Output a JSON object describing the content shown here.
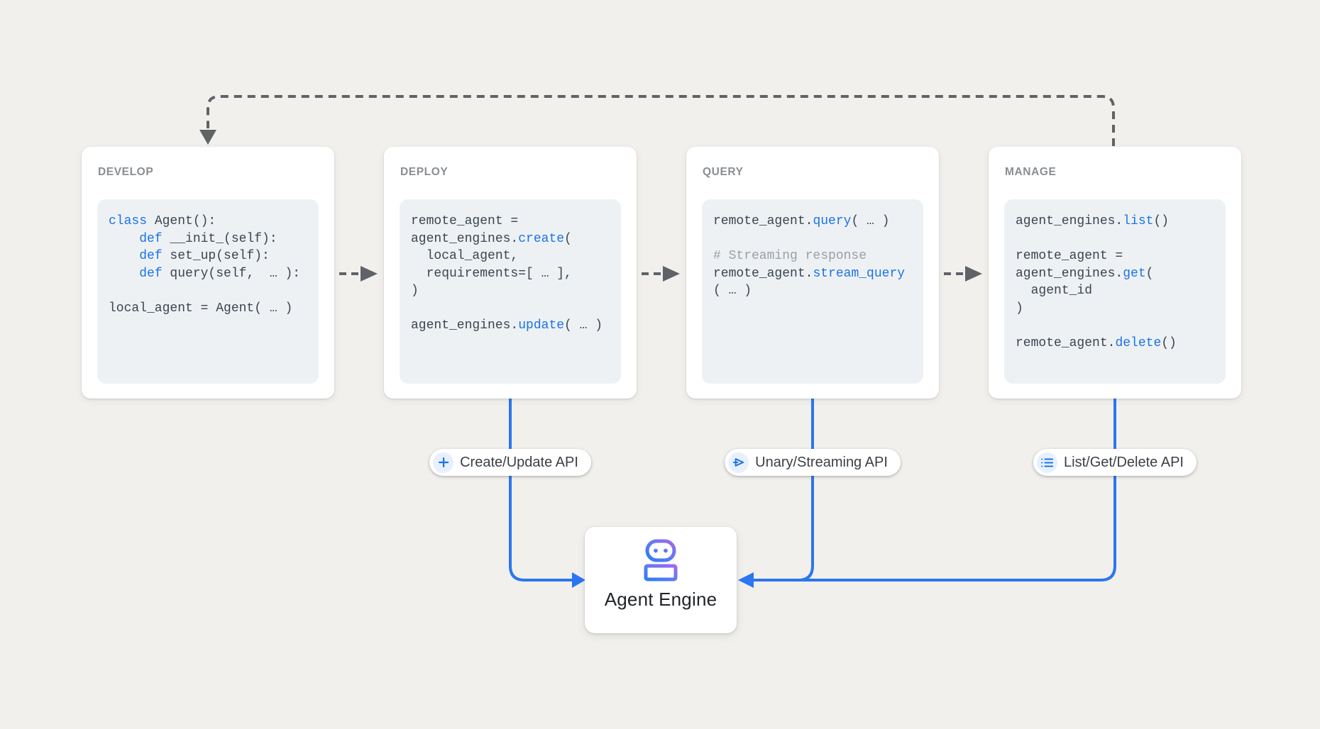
{
  "diagram": {
    "stages": [
      {
        "id": "develop",
        "title": "DEVELOP",
        "code": [
          [
            {
              "t": "class",
              "c": "b"
            },
            {
              "t": " Agent():",
              "c": "p"
            }
          ],
          [
            {
              "t": "    ",
              "c": "p"
            },
            {
              "t": "def",
              "c": "b"
            },
            {
              "t": " __init_(self):",
              "c": "p"
            }
          ],
          [
            {
              "t": "    ",
              "c": "p"
            },
            {
              "t": "def",
              "c": "b"
            },
            {
              "t": " set_up(self):",
              "c": "p"
            }
          ],
          [
            {
              "t": "    ",
              "c": "p"
            },
            {
              "t": "def",
              "c": "b"
            },
            {
              "t": " query(self,  … ):",
              "c": "p"
            }
          ],
          [],
          [
            {
              "t": "local_agent = Agent( … )",
              "c": "p"
            }
          ]
        ]
      },
      {
        "id": "deploy",
        "title": "DEPLOY",
        "code": [
          [
            {
              "t": "remote_agent =",
              "c": "p"
            }
          ],
          [
            {
              "t": "agent_engines.",
              "c": "p"
            },
            {
              "t": "create",
              "c": "b"
            },
            {
              "t": "(",
              "c": "p"
            }
          ],
          [
            {
              "t": "  local_agent,",
              "c": "p"
            }
          ],
          [
            {
              "t": "  requirements=[ … ],",
              "c": "p"
            }
          ],
          [
            {
              "t": ")",
              "c": "p"
            }
          ],
          [],
          [
            {
              "t": "agent_engines.",
              "c": "p"
            },
            {
              "t": "update",
              "c": "b"
            },
            {
              "t": "( … )",
              "c": "p"
            }
          ]
        ]
      },
      {
        "id": "query",
        "title": "QUERY",
        "code": [
          [
            {
              "t": "remote_agent.",
              "c": "p"
            },
            {
              "t": "query",
              "c": "b"
            },
            {
              "t": "( … )",
              "c": "p"
            }
          ],
          [],
          [
            {
              "t": "# Streaming response",
              "c": "c"
            }
          ],
          [
            {
              "t": "remote_agent.",
              "c": "p"
            },
            {
              "t": "stream_query",
              "c": "b"
            }
          ],
          [
            {
              "t": "( … )",
              "c": "p"
            }
          ]
        ]
      },
      {
        "id": "manage",
        "title": "MANAGE",
        "code": [
          [
            {
              "t": "agent_engines.",
              "c": "p"
            },
            {
              "t": "list",
              "c": "b"
            },
            {
              "t": "()",
              "c": "p"
            }
          ],
          [],
          [
            {
              "t": "remote_agent =",
              "c": "p"
            }
          ],
          [
            {
              "t": "agent_engines.",
              "c": "p"
            },
            {
              "t": "get",
              "c": "b"
            },
            {
              "t": "(",
              "c": "p"
            }
          ],
          [
            {
              "t": "  agent_id",
              "c": "p"
            }
          ],
          [
            {
              "t": ")",
              "c": "p"
            }
          ],
          [],
          [
            {
              "t": "remote_agent.",
              "c": "p"
            },
            {
              "t": "delete",
              "c": "b"
            },
            {
              "t": "()",
              "c": "p"
            }
          ]
        ]
      }
    ],
    "pills": [
      {
        "id": "create-update-api",
        "icon": "plus-icon",
        "label": "Create/Update API"
      },
      {
        "id": "unary-streaming-api",
        "icon": "send-icon",
        "label": "Unary/Streaming API"
      },
      {
        "id": "list-get-delete-api",
        "icon": "list-icon",
        "label": "List/Get/Delete API"
      }
    ],
    "engine": {
      "label": "Agent Engine",
      "icon": "robot-icon"
    },
    "colors": {
      "background": "#f2f0ed",
      "accent_blue": "#1a73e8",
      "line_blue": "#2b76f1",
      "dash_gray": "#5f6368",
      "code_text": "#3b4450",
      "comment_gray": "#9aa0a6",
      "title_gray": "#8a8e92"
    }
  }
}
